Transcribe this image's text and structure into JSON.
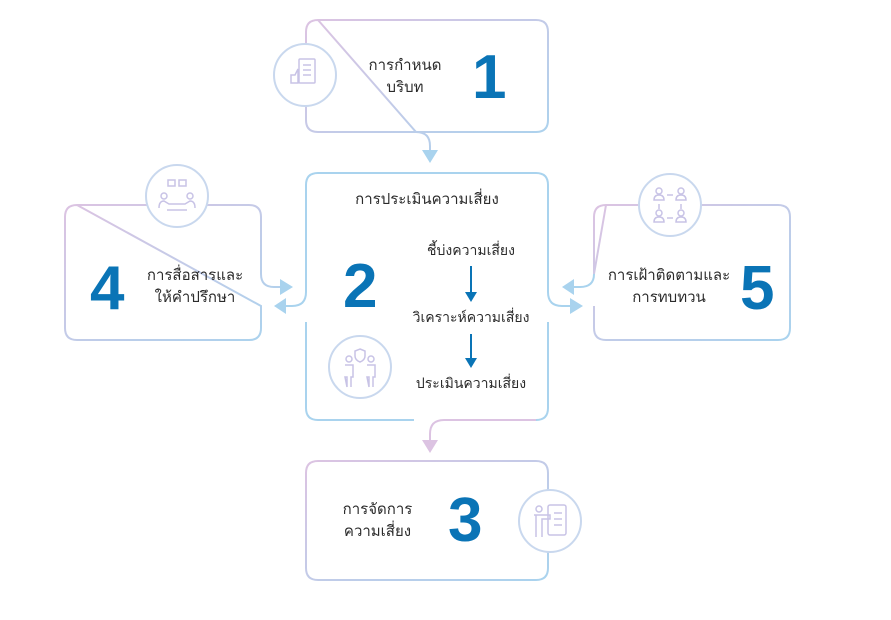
{
  "steps": [
    {
      "number": "1",
      "label_line1": "การกำหนด",
      "label_line2": "บริบท",
      "icon": "clipboard-thumbs-up-icon"
    },
    {
      "number": "2",
      "title": "การประเมินความเสี่ยง",
      "substeps": [
        "ชี้บ่งความเสี่ยง",
        "วิเคราะห์ความเสี่ยง",
        "ประเมินความเสี่ยง"
      ],
      "icon": "people-shield-icon"
    },
    {
      "number": "3",
      "label_line1": "การจัดการ",
      "label_line2": "ความเสี่ยง",
      "icon": "presenter-checklist-icon"
    },
    {
      "number": "4",
      "label_line1": "การสื่อสารและ",
      "label_line2": "ให้คำปรึกษา",
      "icon": "meeting-icon"
    },
    {
      "number": "5",
      "label_line1": "การเฝ้าติดตามและ",
      "label_line2": "การทบทวน",
      "icon": "people-cycle-icon"
    }
  ],
  "colors": {
    "number": "#0a74b6",
    "arrow_dark": "#0a74b6",
    "line_blue": "#a9d3ee",
    "line_pink": "#dcc3e2"
  }
}
